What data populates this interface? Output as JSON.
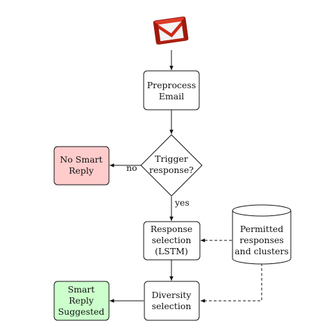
{
  "nodes": {
    "preprocess": {
      "lines": [
        "Preprocess",
        "Email"
      ]
    },
    "trigger": {
      "lines": [
        "Trigger",
        "response?"
      ]
    },
    "no_smart_reply": {
      "lines": [
        "No Smart",
        "Reply"
      ],
      "fill": "#ffcccc"
    },
    "response_selection": {
      "lines": [
        "Response",
        "selection",
        "(LSTM)"
      ]
    },
    "permitted": {
      "lines": [
        "Permitted",
        "responses",
        "and clusters"
      ]
    },
    "diversity": {
      "lines": [
        "Diversity",
        "selection"
      ]
    },
    "smart_reply_suggested": {
      "lines": [
        "Smart",
        "Reply",
        "Suggested"
      ],
      "fill": "#ccffcc"
    }
  },
  "edge_labels": {
    "no": "no",
    "yes": "yes"
  },
  "icon": {
    "name": "gmail-icon",
    "colors": {
      "red": "#cc2a1b",
      "dark_red": "#8f1209",
      "white": "#f4f4f4"
    }
  }
}
